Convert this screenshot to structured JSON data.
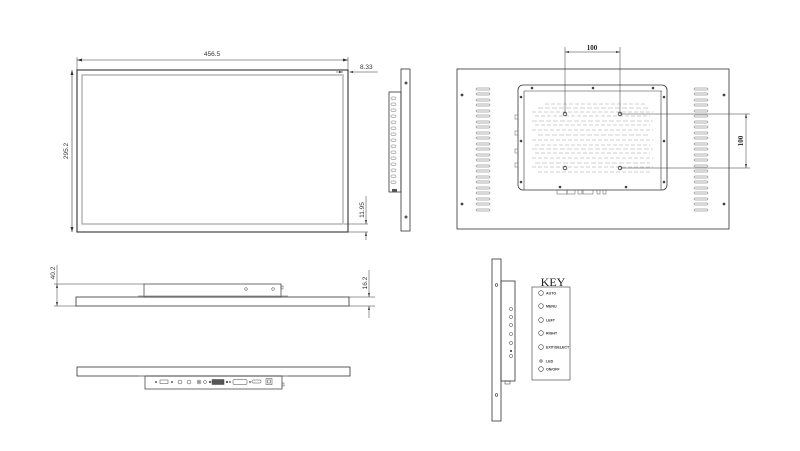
{
  "drawing": {
    "front_view": {
      "width_dim": "456.5",
      "height_dim": "295.2",
      "bezel_side_dim": "8.33",
      "bezel_bottom_dim": "11.95"
    },
    "rear_view": {
      "vesa_horizontal_dim": "100",
      "vesa_vertical_dim": "100"
    },
    "side_view_top": {
      "total_depth_dim": "40.2",
      "panel_depth_dim": "16.2"
    },
    "key_panel": {
      "title": "KEY",
      "keys": [
        {
          "label": "AUTO"
        },
        {
          "label": "MENU"
        },
        {
          "label": "LEFT"
        },
        {
          "label": "RIGHT"
        },
        {
          "label": "EXIT/SELECT"
        },
        {
          "label": "LED"
        },
        {
          "label": "ON/OFF"
        }
      ]
    },
    "colors": {
      "line": "#333333",
      "inner_line": "#999999",
      "background": "#ffffff"
    }
  }
}
